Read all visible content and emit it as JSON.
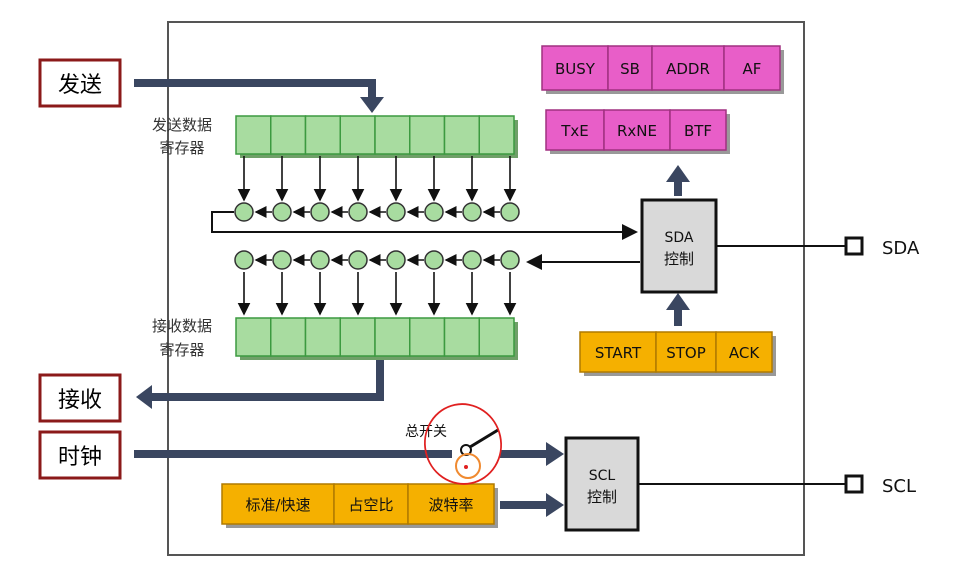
{
  "inputs": {
    "send": "发送",
    "receive": "接收",
    "clock": "时钟"
  },
  "tx_register": {
    "line1": "发送数据",
    "line2": "寄存器"
  },
  "rx_register": {
    "line1": "接收数据",
    "line2": "寄存器"
  },
  "status_row1": [
    "BUSY",
    "SB",
    "ADDR",
    "AF"
  ],
  "status_row2": [
    "TxE",
    "RxNE",
    "BTF"
  ],
  "sda_control": {
    "line1": "SDA",
    "line2": "控制"
  },
  "scl_control": {
    "line1": "SCL",
    "line2": "控制"
  },
  "sda_pin": "SDA",
  "scl_pin": "SCL",
  "sda_commands": [
    "START",
    "STOP",
    "ACK"
  ],
  "scl_config": [
    "标准/快速",
    "占空比",
    "波特率"
  ],
  "switch_label": "总开关",
  "colors": {
    "register_fill": "#a8dca0",
    "register_border": "#3c9a40",
    "magenta": "#e85ec8",
    "orange": "#f5b000",
    "arrow": "#3a4660",
    "red_border": "#8b1a1a",
    "annotation": "#e02020"
  }
}
